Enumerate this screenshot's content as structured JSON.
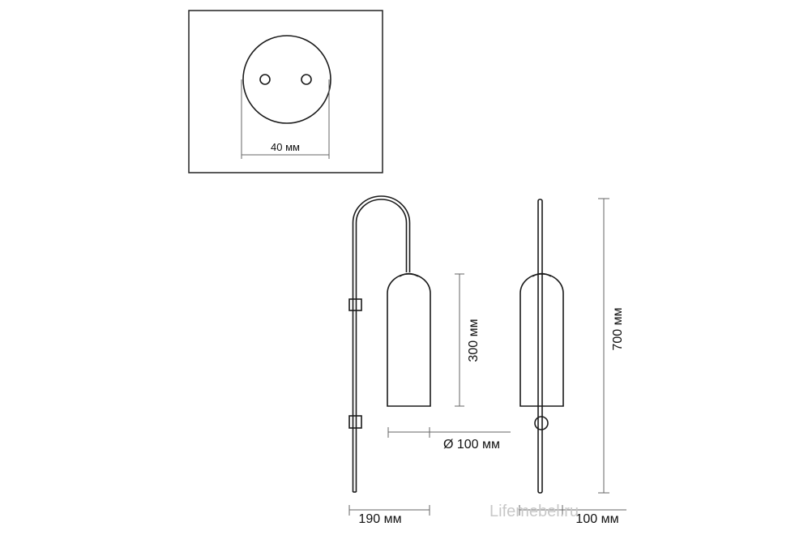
{
  "mount_plate": {
    "diameter_label": "40 мм"
  },
  "dimensions": {
    "shade_height": "300 мм",
    "shade_diameter": "Ø 100 мм",
    "total_height": "700 мм",
    "projection_width": "190 мм",
    "side_width": "100 мм"
  },
  "watermark": "Lifemebel.ru"
}
